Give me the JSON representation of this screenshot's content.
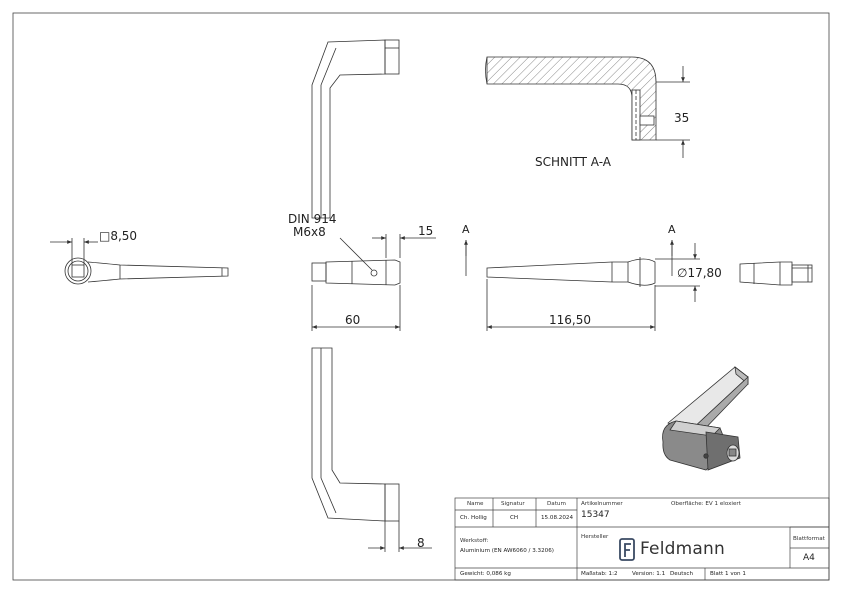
{
  "drawing": {
    "dims": {
      "square": "□8,50",
      "d15": "15",
      "d60": "60",
      "d116": "116,50",
      "d35": "35",
      "diameter": "∅17,80",
      "d8": "8"
    },
    "labels": {
      "din_line1": "DIN 914",
      "din_line2": "M6x8",
      "section_title": "SCHNITT A-A",
      "section_a": "A"
    }
  },
  "title_block": {
    "name_h": "Name",
    "signatur_h": "Signatur",
    "datum_h": "Datum",
    "name_v": "Ch. Hollig",
    "signatur_v": "CH",
    "datum_v": "15.08.2024",
    "artikel_label": "Artikelnummer",
    "artikel_value": "15347",
    "oberflaeche": "Oberfläche: EV 1 eloxiert",
    "werkstoff_label": "Werkstoff:",
    "werkstoff_value": "Aluminium (EN AW6060 / 3.3206)",
    "hersteller_label": "Hersteller",
    "brand_name": "Feldmann",
    "blattformat_label": "Blattformat",
    "blattformat_value": "A4",
    "gewicht": "Gewicht: 0,086 kg",
    "massstab": "Maßstab: 1:2",
    "version": "Version: 1.1",
    "sprache": "Deutsch",
    "blatt": "Blatt 1 von 1"
  },
  "colors": {
    "line": "#333333",
    "logo": "#3a4a63",
    "iso_dark": "#555555"
  }
}
